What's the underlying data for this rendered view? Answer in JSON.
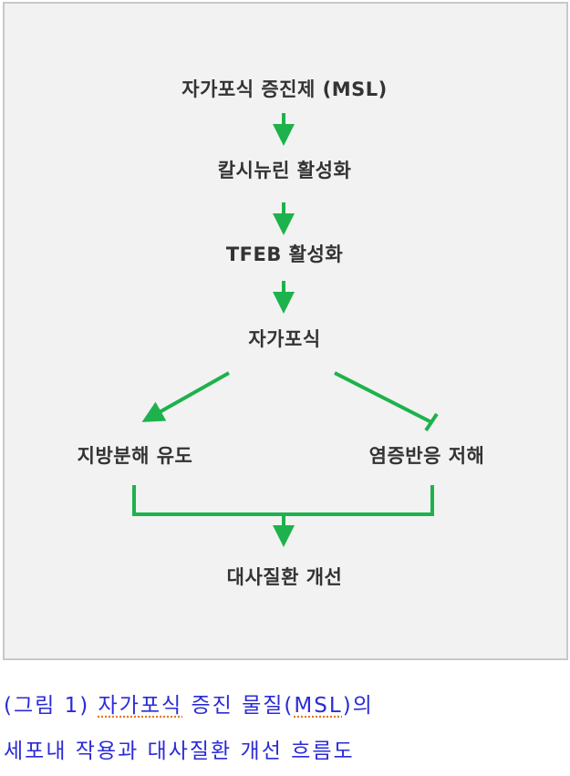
{
  "diagram": {
    "nodes": {
      "msl": "자가포식 증진제 (MSL)",
      "calcineurin": "칼시뉴린 활성화",
      "tfeb": "TFEB 활성화",
      "autophagy": "자가포식",
      "lipolysis": "지방분해 유도",
      "inflammation": "염증반응 저해",
      "metabolic": "대사질환 개선"
    },
    "edges": [
      {
        "from": "msl",
        "to": "calcineurin",
        "type": "activate"
      },
      {
        "from": "calcineurin",
        "to": "tfeb",
        "type": "activate"
      },
      {
        "from": "tfeb",
        "to": "autophagy",
        "type": "activate"
      },
      {
        "from": "autophagy",
        "to": "lipolysis",
        "type": "activate"
      },
      {
        "from": "autophagy",
        "to": "inflammation",
        "type": "inhibit"
      },
      {
        "from": [
          "lipolysis",
          "inflammation"
        ],
        "to": "metabolic",
        "type": "activate"
      }
    ],
    "arrow_color": "#1db24c"
  },
  "caption": {
    "prefix": "(그림 1) ",
    "word1": "자가포식",
    "mid": " 증진 물질(",
    "word2": "MSL",
    "suffix": ")의",
    "line2": "세포내 작용과 대사질환 개선 흐름도"
  }
}
